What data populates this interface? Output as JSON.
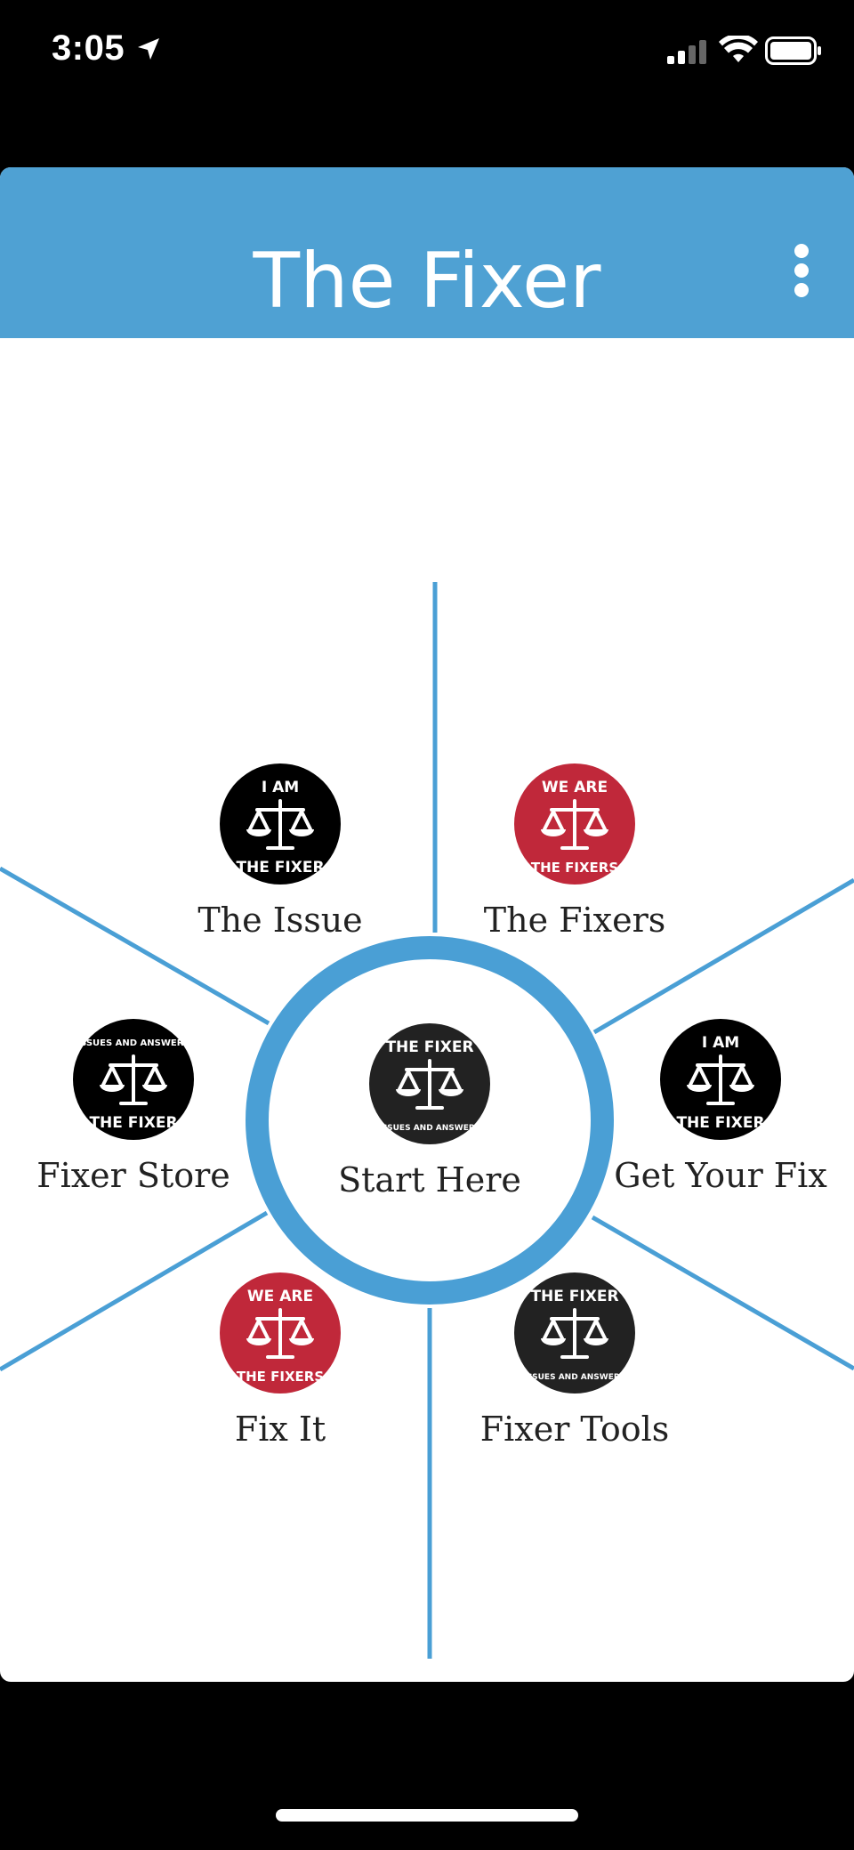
{
  "status_bar": {
    "time": "3:05",
    "icons": [
      "location-arrow-icon",
      "cellular-signal-icon",
      "wifi-icon",
      "battery-icon"
    ]
  },
  "app": {
    "title": "The Fixer",
    "menu_icon": "more-vertical-icon",
    "colors": {
      "header": "#4fa1d3",
      "ring": "#4a9fd5",
      "red_logo": "#c0283a",
      "dark_logo": "#000000"
    }
  },
  "menu": {
    "center": {
      "label": "Start Here",
      "logo": {
        "top": "THE FIXER",
        "bottom": "ISSUES AND ANSWERS",
        "color": "#222222"
      }
    },
    "items": [
      {
        "label": "The Issue",
        "logo": {
          "top": "I AM",
          "bottom": "THE FIXER",
          "color": "#000000"
        }
      },
      {
        "label": "The Fixers",
        "logo": {
          "top": "WE ARE",
          "bottom": "THE FIXERS",
          "color": "#c0283a"
        }
      },
      {
        "label": "Fixer Store",
        "logo": {
          "top": "ISSUES AND ANSWERS",
          "bottom": "THE FIXER",
          "color": "#000000"
        }
      },
      {
        "label": "Get Your Fix",
        "logo": {
          "top": "I AM",
          "bottom": "THE FIXER",
          "color": "#000000"
        }
      },
      {
        "label": "Fix It",
        "logo": {
          "top": "WE ARE",
          "bottom": "THE FIXERS",
          "color": "#c0283a"
        }
      },
      {
        "label": "Fixer Tools",
        "logo": {
          "top": "THE FIXER",
          "bottom": "ISSUES AND ANSWERS",
          "color": "#222222"
        }
      }
    ]
  }
}
